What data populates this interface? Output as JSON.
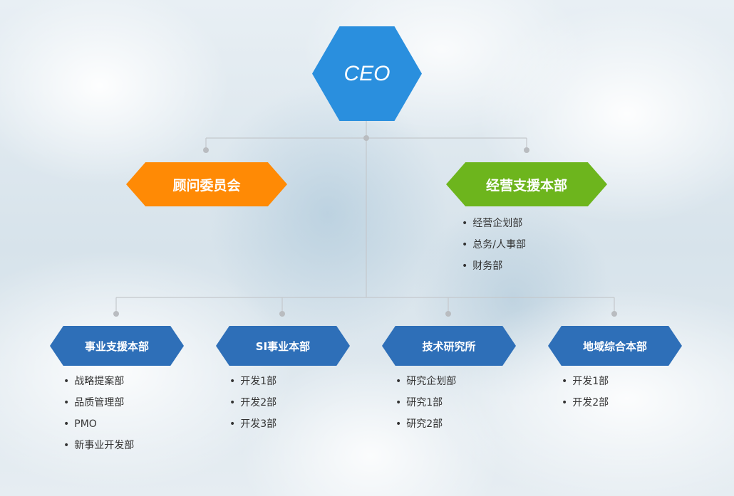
{
  "org": {
    "ceo": "CEO",
    "advisory": {
      "title": "顾问委员会"
    },
    "management": {
      "title": "经营支援本部",
      "items": [
        "经营企划部",
        "总务/人事部",
        "财务部"
      ]
    },
    "divisions": [
      {
        "title": "事业支援本部",
        "items": [
          "战略提案部",
          "品质管理部",
          "PMO",
          "新事业开发部"
        ]
      },
      {
        "title": "SI事业本部",
        "items": [
          "开发1部",
          "开发2部",
          "开发3部"
        ]
      },
      {
        "title": "技术研究所",
        "items": [
          "研究企划部",
          "研究1部",
          "研究2部"
        ]
      },
      {
        "title": "地域综合本部",
        "items": [
          "开发1部",
          "开发2部"
        ]
      }
    ]
  },
  "colors": {
    "ceo": "#2a8fde",
    "advisory": "#ff8a05",
    "management": "#6db51d",
    "division": "#2e6fb8",
    "connector": "#c4c8cc",
    "dot": "#b9bcc0"
  }
}
